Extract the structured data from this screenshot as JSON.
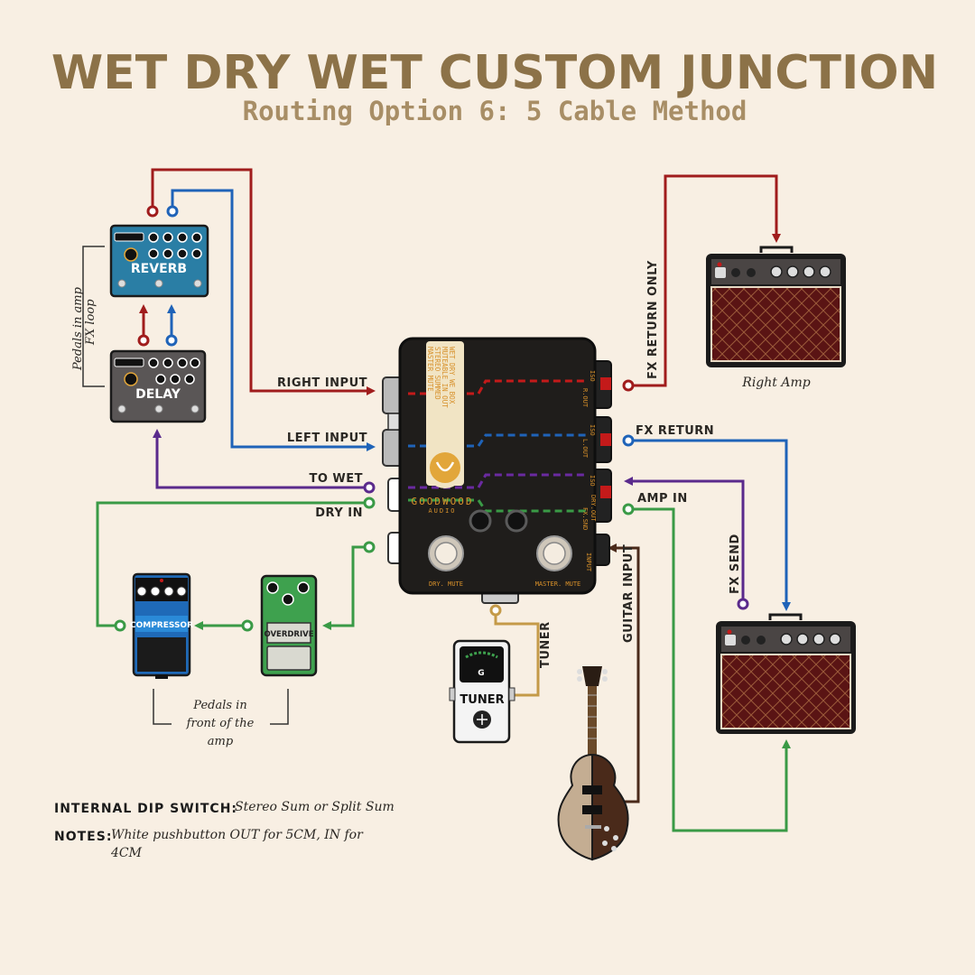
{
  "header": {
    "title": "WET DRY WET CUSTOM JUNCTION",
    "subtitle": "Routing Option 6: 5 Cable Method"
  },
  "junction": {
    "left_labels": [
      "RIGHT INPUT",
      "LEFT INPUT",
      "TO WET",
      "DRY IN"
    ],
    "right_labels": [
      "FX RETURN",
      "AMP IN"
    ],
    "right_vertical_labels": [
      "FX RETURN ONLY",
      "FX SEND",
      "GUITAR INPUT",
      "TUNER"
    ],
    "sticker_lines": [
      "WET DRY WE BOX",
      "MUTEABLE IN OUT",
      "STEREO SUMMED",
      "MASTER MUTE"
    ],
    "brand": "GOODWOOD",
    "brand_sub": "AUDIO",
    "footswitch_left": "DRY. MUTE",
    "footswitch_right": "MASTER. MUTE",
    "jack_labels": [
      "R.OUT",
      "L.OUT",
      "FX.SND",
      "DRY.OUT",
      "INPUT"
    ],
    "iso_labels": [
      "ISO",
      "ISO",
      "ISO"
    ]
  },
  "pedals": {
    "reverb": "REVERB",
    "delay": "DELAY",
    "compressor": "COMPRESSOR",
    "overdrive": "OVERDRIVE",
    "tuner": "TUNER"
  },
  "amps": {
    "right_amp": "Right Amp"
  },
  "brackets": {
    "fx_loop_lines": [
      "Pedals in amp",
      "FX loop"
    ],
    "front_lines": [
      "Pedals in",
      "front of the",
      "amp"
    ]
  },
  "notes": {
    "dip_label": "INTERNAL DIP SWITCH:",
    "dip_value": "Stereo Sum or Split Sum",
    "notes_label": "NOTES:",
    "notes_value_lines": [
      "White pushbutton OUT for 5CM, IN for",
      "4CM"
    ]
  },
  "colors": {
    "red": "#a01c1c",
    "blue": "#1f63b8",
    "purple": "#5a2a8c",
    "green": "#3a9a46",
    "brown": "#4a2a1a",
    "gold": "#c49a48",
    "title": "#8c7248",
    "orange_text": "#d7902a"
  }
}
